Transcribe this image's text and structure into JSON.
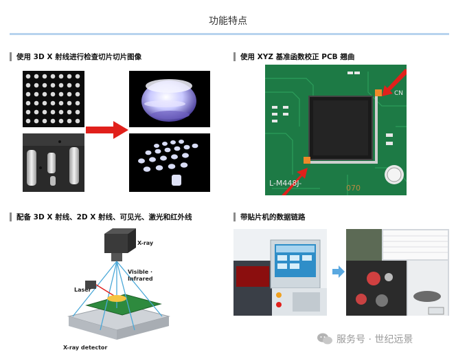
{
  "page": {
    "title": "功能特点"
  },
  "sections": {
    "s1": "使用 3D X 射线进行检查切片切片图像",
    "s2": "使用 XYZ 基准函数校正 PCB 翘曲",
    "s3": "配备 3D X 射线、2D X 射线、可见光、激光和红外线",
    "s4": "带贴片机的数据链路"
  },
  "xray_diagram": {
    "xray": "X-ray",
    "visible": "Visible ·",
    "infrared": "Infrared",
    "laser": "Laser",
    "detector": "X-ray detector"
  },
  "pcb": {
    "label_070": "070",
    "label_part": "L-M448J-",
    "label_cn": "CN"
  },
  "watermark": {
    "text": "服务号 · 世纪远景"
  },
  "colors": {
    "accent_red": "#e1201b",
    "rule_blue": "#b7d3ee",
    "pcb_green": "#1d7a45"
  }
}
